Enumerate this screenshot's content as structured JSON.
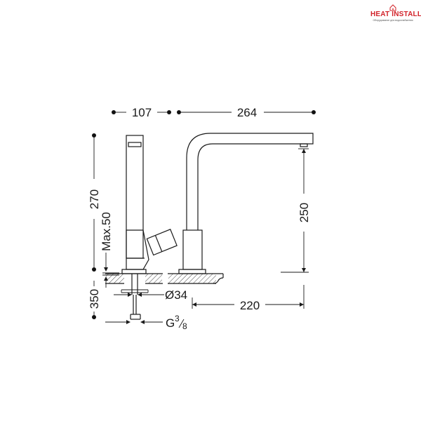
{
  "logo": {
    "name": "HEAT INSTALL",
    "tagline": "Оборудование для водоснабжения",
    "accent_color": "#d2232a",
    "icon": "house-flame-icon"
  },
  "dimensions": {
    "top_left": "107",
    "top_right": "264",
    "height_total": "270",
    "max_clearance": "Max.50",
    "spout_height": "250",
    "below_counter": "350",
    "hole_diameter": "Ø34",
    "reach": "220",
    "connection": "G",
    "connection_num": "3",
    "connection_den": "8"
  }
}
